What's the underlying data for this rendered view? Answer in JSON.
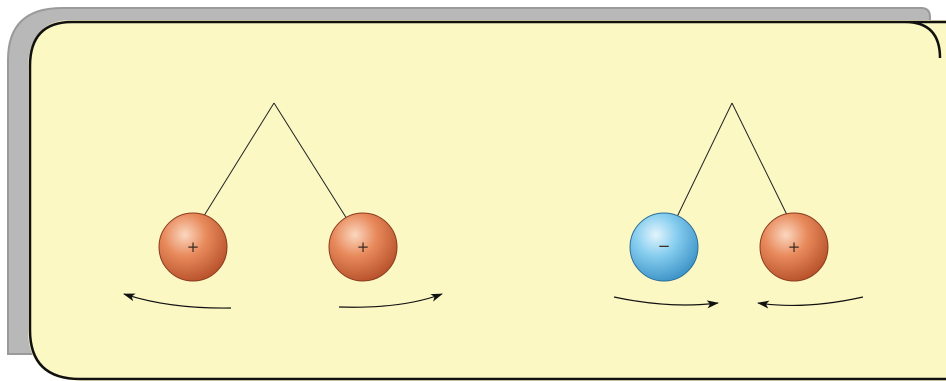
{
  "colors": {
    "panel_fill": "#fcf8c4",
    "panel_stroke": "#111111",
    "panel_shadow": "#9a9a9a",
    "positive_charge": "#e07a4e",
    "negative_charge": "#6fbfe4",
    "string": "#222222",
    "arrow": "#111111"
  },
  "left_pair": {
    "description_kind": "like-charges-repel",
    "ball_a": {
      "sign": "+",
      "charge": "positive"
    },
    "ball_b": {
      "sign": "+",
      "charge": "positive"
    }
  },
  "right_pair": {
    "description_kind": "unlike-charges-attract",
    "ball_a": {
      "sign": "−",
      "charge": "negative"
    },
    "ball_b": {
      "sign": "+",
      "charge": "positive"
    }
  }
}
